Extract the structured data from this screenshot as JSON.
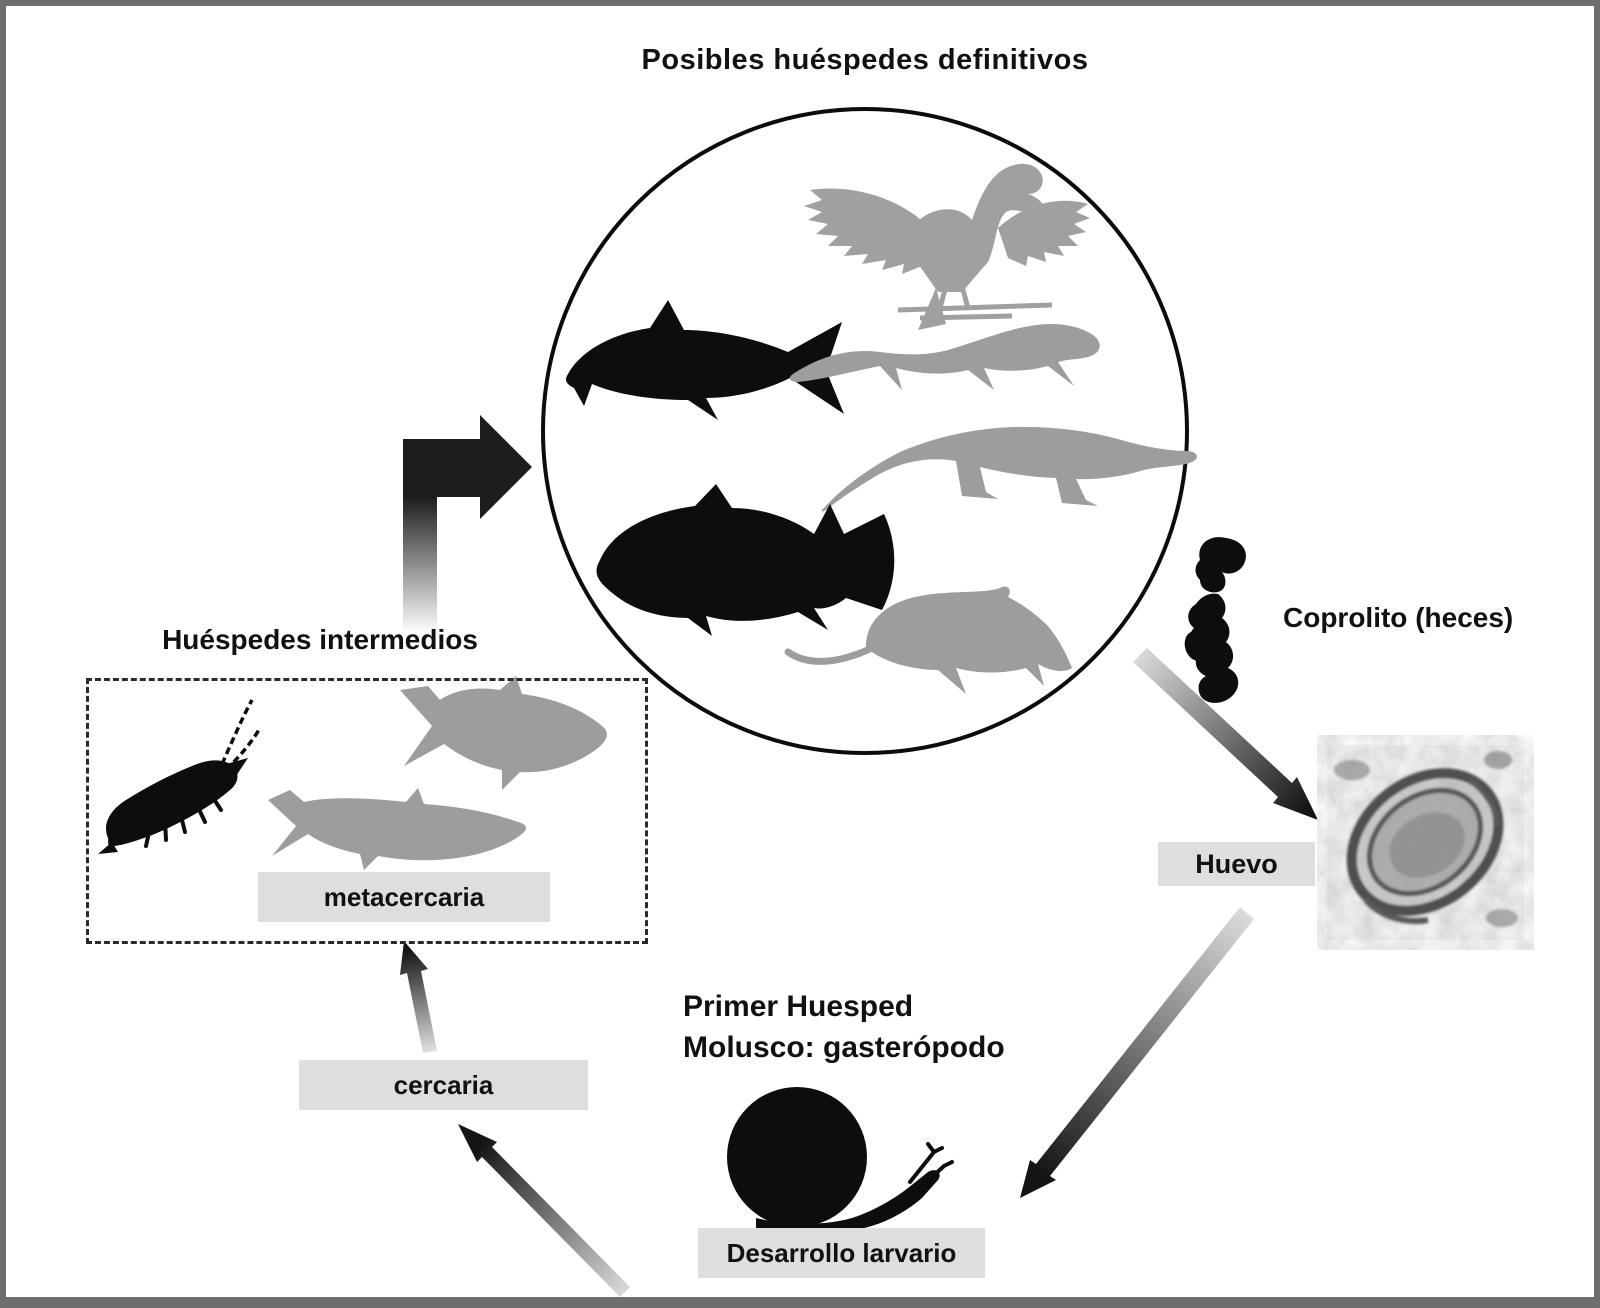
{
  "figure": {
    "title": "Posibles huéspedes definitivos",
    "definitive_hosts": {
      "animals": [
        "bird",
        "fish",
        "lizard",
        "crocodile",
        "fish",
        "rodent"
      ]
    },
    "intermediate_hosts": {
      "label": "Huéspedes intermedios",
      "animals": [
        "shrimp",
        "fish",
        "fish"
      ],
      "stage": "metacercaria"
    },
    "labels": {
      "coprolite": "Coprolito (heces)",
      "egg": "Huevo",
      "first_host_line1": "Primer Huesped",
      "first_host_line2": "Molusco: gasterópodo",
      "larval_development": "Desarrollo larvario",
      "cercaria": "cercaria"
    },
    "colors": {
      "silhouette_dark": "#111111",
      "silhouette_gray": "#9d9d9d",
      "label_box_bg": "#dedede",
      "frame": "#6e6e6e",
      "text": "#111111",
      "background": "#ffffff"
    }
  }
}
